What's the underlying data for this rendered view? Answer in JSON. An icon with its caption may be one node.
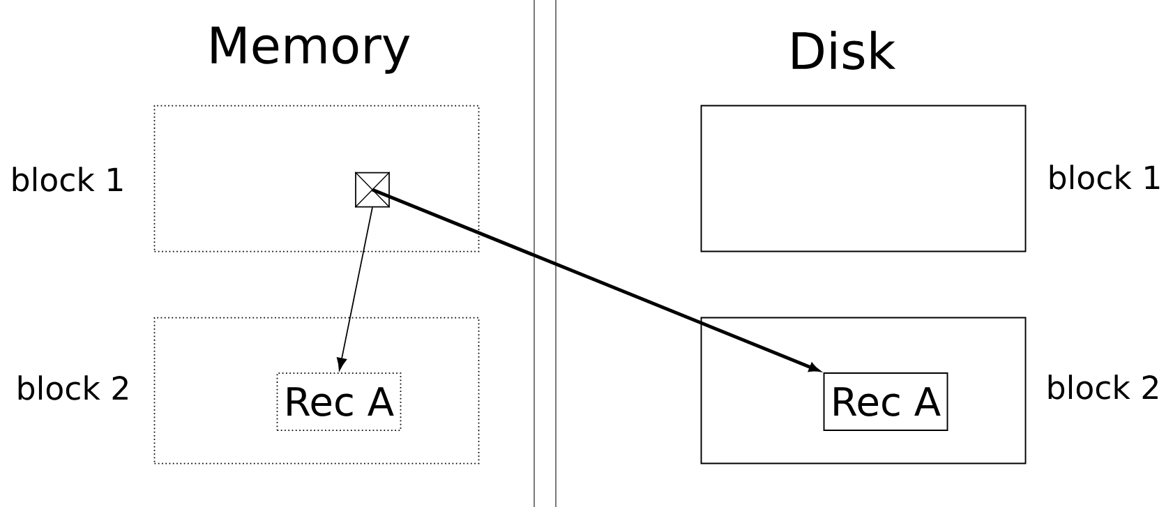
{
  "diagram": {
    "nodes": [
      {
        "text": [],
        "shape": "box",
        "beside": [
          "block 1"
        ]
      },
      {
        "text": [],
        "shape": "box",
        "in": 0
      },
      {
        "text": [],
        "shape": "box",
        "beside": [
          "block 2"
        ]
      },
      {
        "text": [
          "Rec A"
        ],
        "in": 2
      },
      {
        "text": [],
        "shape": "box",
        "beside": [
          "block 1"
        ]
      },
      {
        "text": [],
        "shape": "box",
        "beside": [
          "block 2"
        ]
      },
      {
        "text": [
          "Rec A"
        ],
        "in": 5
      }
    ],
    "edges": [
      {
        "from": 1,
        "to": 3,
        "arrow": "to"
      },
      {
        "from": 1,
        "to": 6,
        "arrow": "to",
        "style": "thick"
      }
    ],
    "labels": [
      "Memory",
      "Disk"
    ]
  }
}
